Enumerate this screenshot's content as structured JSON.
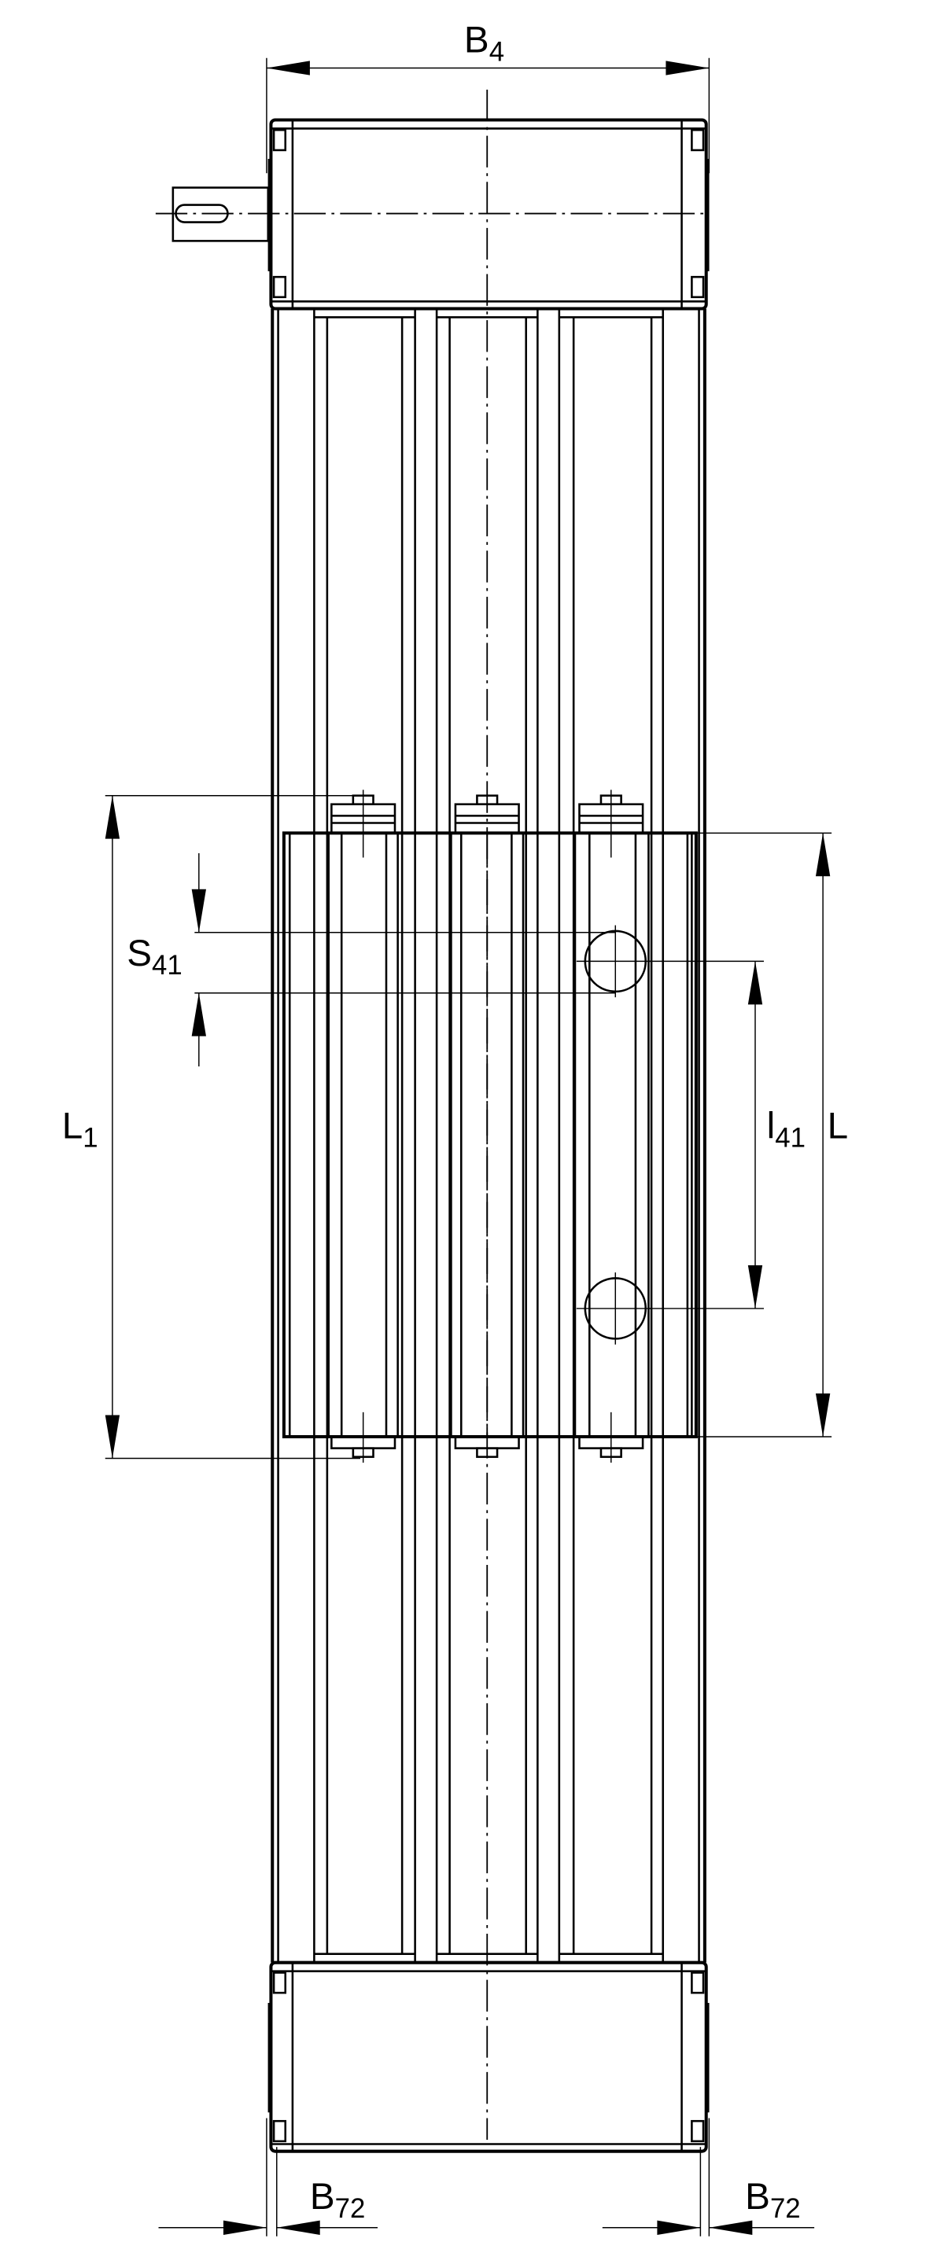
{
  "title": "Linear module dimension drawing",
  "dimensions": {
    "B4": {
      "main": "B",
      "sub": "4"
    },
    "L1": {
      "main": "L",
      "sub": "1"
    },
    "S41": {
      "main": "S",
      "sub": "41"
    },
    "l41": {
      "main": "l",
      "sub": "41"
    },
    "L": {
      "main": "L",
      "sub": ""
    },
    "B72_left": {
      "main": "B",
      "sub": "72"
    },
    "B72_right": {
      "main": "B",
      "sub": "72"
    }
  }
}
